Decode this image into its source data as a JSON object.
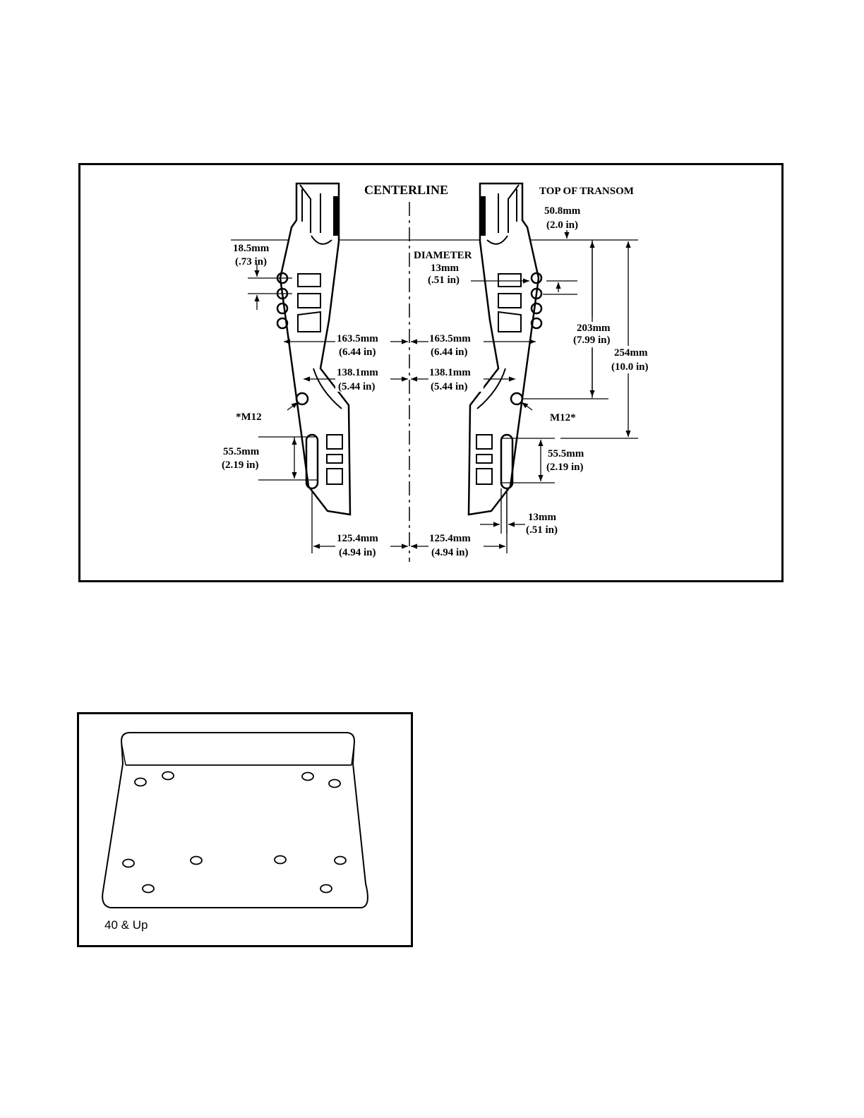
{
  "figure_top": {
    "centerline": "CENTERLINE",
    "top_of_transom": "TOP OF TRANSOM",
    "dim_top_mm": "50.8mm",
    "dim_top_in": "(2.0 in)",
    "dim_left_hole_mm": "18.5mm",
    "dim_left_hole_in": "(.73 in)",
    "diameter_label": "DIAMETER",
    "diameter_mm": "13mm",
    "diameter_in": "(.51 in)",
    "dim_203_mm": "203mm",
    "dim_203_in": "(7.99 in)",
    "dim_254_mm": "254mm",
    "dim_254_in": "(10.0 in)",
    "dim_163_left_mm": "163.5mm",
    "dim_163_left_in": "(6.44 in)",
    "dim_163_right_mm": "163.5mm",
    "dim_163_right_in": "(6.44 in)",
    "dim_138_left_mm": "138.1mm",
    "dim_138_left_in": "(5.44 in)",
    "dim_138_right_mm": "138.1mm",
    "dim_138_right_in": "(5.44 in)",
    "m12_left": "*M12",
    "m12_right": "M12*",
    "dim_55_left_mm": "55.5mm",
    "dim_55_left_in": "(2.19 in)",
    "dim_55_right_mm": "55.5mm",
    "dim_55_right_in": "(2.19 in)",
    "dim_slot_mm": "13mm",
    "dim_slot_in": "(.51 in)",
    "dim_125_left_mm": "125.4mm",
    "dim_125_left_in": "(4.94 in)",
    "dim_125_right_mm": "125.4mm",
    "dim_125_right_in": "(4.94 in)"
  },
  "figure_bottom": {
    "caption": "40 & Up"
  }
}
